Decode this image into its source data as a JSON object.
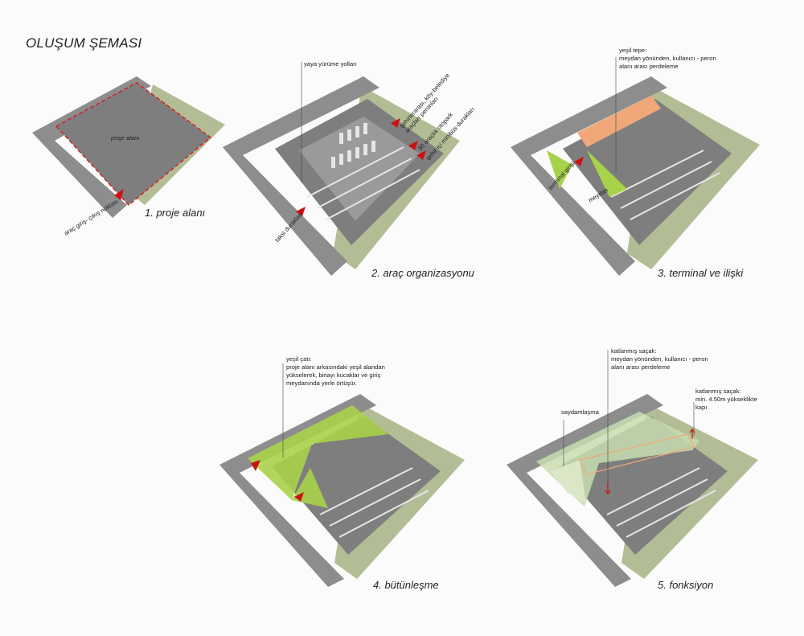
{
  "title": "OLUŞUM ŞEMASI",
  "panels": [
    {
      "caption": "1. proje alanı",
      "labels": {
        "site": "proje alanı",
        "entry": "araç giriş- çıkış noktası"
      }
    },
    {
      "caption": "2. araç organizasyonu",
      "labels": {
        "walkway": "yaya yürüme yolları",
        "intercity": "şehirlerarası, köy-belediye\naraçları peronları",
        "carpark": "90 araçlık otopark",
        "minibus": "şehir içi minibüs durakları",
        "taxi": "taksi durakları"
      }
    },
    {
      "caption": "3. terminal ve ilişki",
      "labels": {
        "green_hill": "yeşil tepe:\nmeydan yönünden, kullanıcı - peron\nalanı arası perdeleme",
        "entrance": "terminal girişi",
        "square": "meydan"
      }
    },
    {
      "caption": "4. bütünleşme",
      "labels": {
        "green_roof": "yeşil çatı:\nproje alanı arkasındaki yeşil alandan\nyükselerek, binayı kucaklar ve giriş\nmeydanında yerle örtüşür."
      }
    },
    {
      "caption": "5. fonksiyon",
      "labels": {
        "folded_eave": "katlanmış saçak:\nmeydan yönünden, kullanıcı - peron\nalanı arası perdeleme",
        "folded_eave_2": "katlanmış saçak:\nmin. 4.50m yükseklikte\nkapı",
        "transparency": "saydamlaşma"
      }
    }
  ],
  "colors": {
    "road": "#8c8c8c",
    "site": "#7d7d7d",
    "green": "#b3bd95",
    "lime": "#a8d24a",
    "orange": "#f0a878",
    "arrow": "#cc1111",
    "dash": "#d42020"
  }
}
